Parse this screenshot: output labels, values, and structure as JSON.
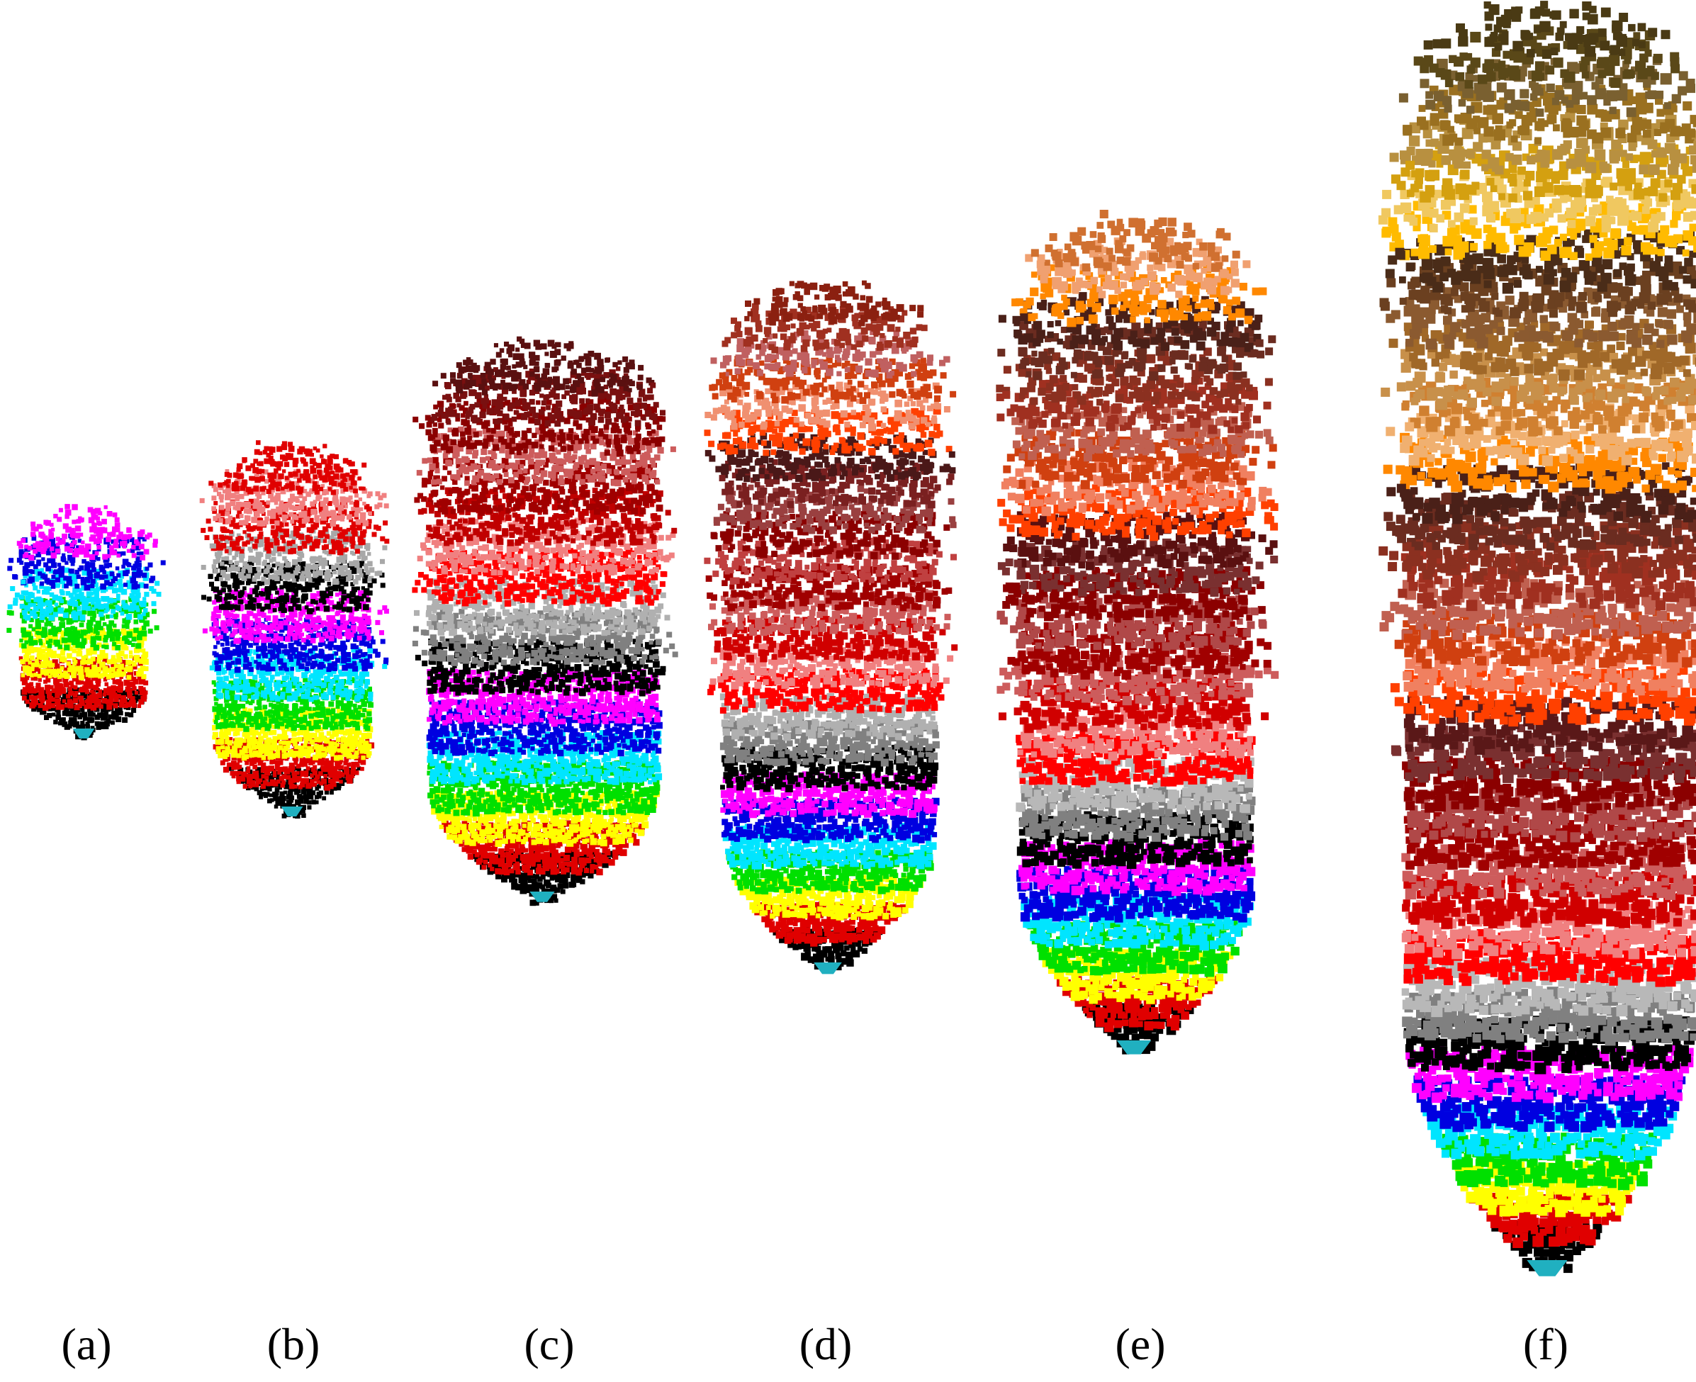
{
  "figure": {
    "panels": [
      {
        "label": "(a)",
        "colors": [
          "#000000",
          "#e00000",
          "#ffff00",
          "#00e000",
          "#00e5ff",
          "#0000e0",
          "#ff00ff"
        ]
      },
      {
        "label": "(b)",
        "colors": [
          "#000000",
          "#e00000",
          "#ffff00",
          "#00e000",
          "#00e5ff",
          "#0000e0",
          "#ff00ff",
          "#000000",
          "#a8a8a8",
          "#e00000",
          "#f08080",
          "#e00000"
        ]
      },
      {
        "label": "(c)",
        "colors": [
          "#000000",
          "#e00000",
          "#ffff00",
          "#00e000",
          "#00e5ff",
          "#0000e0",
          "#ff00ff",
          "#000000",
          "#808080",
          "#b0b0b0",
          "#ff0000",
          "#f08080",
          "#c00000",
          "#a00000",
          "#cd5c5c",
          "#8b0000",
          "#7a1010",
          "#5a1010"
        ]
      },
      {
        "label": "(d)",
        "colors": [
          "#000000",
          "#e00000",
          "#ffff00",
          "#00e000",
          "#00e5ff",
          "#0000e0",
          "#ff00ff",
          "#000000",
          "#808080",
          "#b0b0b0",
          "#ff0000",
          "#f08080",
          "#d00000",
          "#cd5c5c",
          "#a00000",
          "#c04040",
          "#8b0000",
          "#9a4040",
          "#7a2020",
          "#4a1818",
          "#ff4000",
          "#f09070",
          "#d04010",
          "#c06060",
          "#a03020",
          "#8b2010"
        ]
      },
      {
        "label": "(e)",
        "colors": [
          "#000000",
          "#e00000",
          "#ffff00",
          "#00e000",
          "#00e5ff",
          "#0000e0",
          "#ff00ff",
          "#000000",
          "#808080",
          "#b8b8b8",
          "#ff0000",
          "#f08080",
          "#d00000",
          "#cd5c5c",
          "#a00000",
          "#b04848",
          "#8b0000",
          "#7a3030",
          "#5a1010",
          "#ff4000",
          "#f08060",
          "#d04010",
          "#c06050",
          "#a03020",
          "#8b3020",
          "#6b2c20",
          "#4a2018",
          "#ff8800",
          "#f0a070",
          "#d07030"
        ]
      },
      {
        "label": "(f)",
        "colors": [
          "#000000",
          "#e00000",
          "#ffff00",
          "#00e000",
          "#00e5ff",
          "#0000e0",
          "#ff00ff",
          "#000000",
          "#808080",
          "#b8b8b8",
          "#ff0000",
          "#f08080",
          "#d00000",
          "#cd5c5c",
          "#a00000",
          "#b04848",
          "#8b0000",
          "#7a3030",
          "#5a1818",
          "#ff4000",
          "#f08060",
          "#d04010",
          "#c06050",
          "#a03020",
          "#8b3020",
          "#6b2c20",
          "#4a2018",
          "#ff8800",
          "#f0b070",
          "#d08030",
          "#c8904a",
          "#a06828",
          "#8b5a30",
          "#6b4020",
          "#4a2c18",
          "#ffbb00",
          "#f0c860",
          "#d4a010",
          "#b89040",
          "#9a7020",
          "#7a6030",
          "#5a4818",
          "#4a3a14"
        ]
      }
    ],
    "tip_color": "#20b0c0"
  }
}
